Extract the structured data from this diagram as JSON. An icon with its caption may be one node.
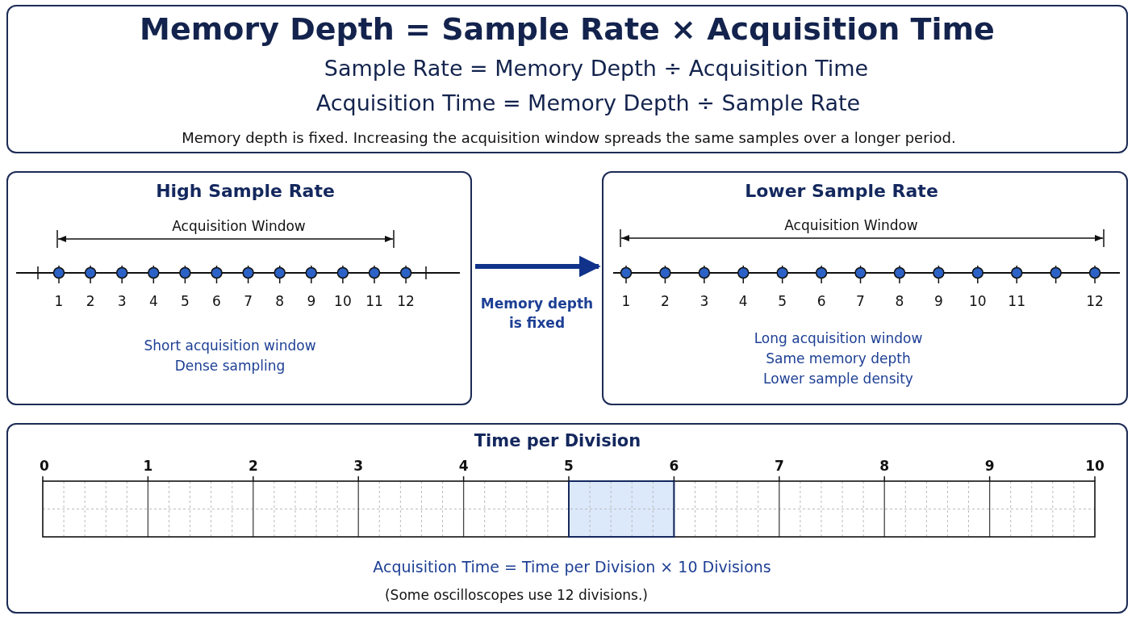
{
  "diagram": {
    "nodes": [
      {
        "text": [
          "Memory Depth = Sample Rate × Acquisition Time",
          "Sample Rate  =  Memory Depth  ÷  Acquisition Time",
          "Acquisition Time  =  Memory Depth  ÷  Sample Rate",
          "Memory depth is fixed. Increasing the acquisition window spreads the same samples over a longer period."
        ]
      },
      {
        "text": [
          "High Sample Rate",
          "Short acquisition window",
          "Dense sampling"
        ]
      },
      {
        "text": [
          "Lower Sample Rate",
          "Long acquisition window",
          "Same memory depth",
          "Lower sample density"
        ]
      },
      {
        "text": [
          "Time per Division",
          "Acquisition Time  =  Time per Division  ×  10 Divisions",
          "(Some oscilloscopes use 12 divisions.)"
        ]
      }
    ],
    "edges": [
      {
        "from": 1,
        "to": 2,
        "arrow": "to",
        "label": "Memory depth is fixed"
      }
    ],
    "labels": [
      "Acquisition Window",
      "1",
      "2",
      "3",
      "4",
      "5",
      "6",
      "7",
      "8",
      "9",
      "10",
      "11",
      "12",
      "Acquisition Window",
      "1",
      "2",
      "3",
      "4",
      "5",
      "6",
      "7",
      "8",
      "9",
      "10",
      "11",
      "12",
      "0",
      "1",
      "2",
      "3",
      "4",
      "5",
      "6",
      "7",
      "8",
      "9",
      "10"
    ]
  }
}
